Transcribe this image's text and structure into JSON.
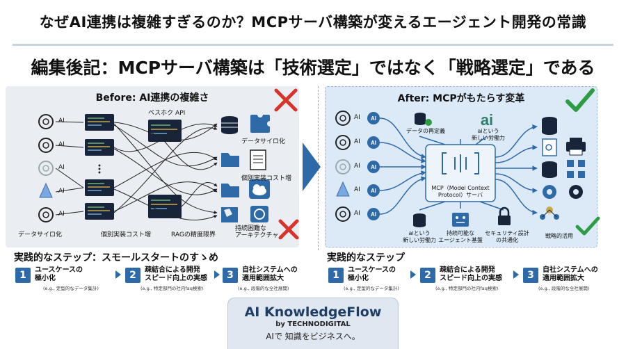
{
  "title": "なぜAI連携は複雑すぎるのか？MCPサーバ構築が変えるエージェント開発の常識",
  "subtitle": "編集後記：MCPサーバ構築は「技術選定」ではなく「戦略選定」である",
  "before": {
    "title": "Before: AI連携の複雑さ",
    "ai_labels": [
      "AI",
      "AI",
      "AI",
      "AI",
      "AI"
    ],
    "api_label": "ベスホク API",
    "right_labels": [
      "データサイロ化",
      "個別実装コスト増",
      "持続困難な\nアーキテクチャ"
    ],
    "bottom_labels": [
      "データサイロ化",
      "個別実装コスト増",
      "RAGの精度限界"
    ],
    "steps_heading": "実践的なステップ：スモールスタートのすゝめ",
    "steps": [
      {
        "num": "1",
        "line1": "ユースケースの",
        "line2": "極小化",
        "eg": "(e.g., 定型的なデータ集計)"
      },
      {
        "num": "2",
        "line1": "疎結合による開発",
        "line2": "スピード向上の実感",
        "eg": "(e.g., 特定部門の社内faq検索)"
      },
      {
        "num": "3",
        "line1": "自社システムへの",
        "line2": "適用範囲拡大",
        "eg": "(e.g., 段階的な全社展開)"
      }
    ]
  },
  "after": {
    "title": "After: MCPがもたらす変革",
    "ai_labels": [
      "AI",
      "AI",
      "AI",
      "AI",
      "AI"
    ],
    "top_label": "データの再定義",
    "ai_logo": "ai",
    "ai_logo_caption": "aiという\n新しい労働力",
    "hub_label": "MCP（Model Context\nProtocol）サーバ",
    "bottom_labels": [
      "aiという\n新しい労働力",
      "持続可能な\nエージェント基盤",
      "セキュリティ設計\nの共通化"
    ],
    "right_label": "戦略的活用",
    "steps_heading": "実践的なステップ",
    "steps": [
      {
        "num": "1",
        "line1": "ユースケースの",
        "line2": "極小化",
        "eg": "(e.g., 定型的なデータ集計)"
      },
      {
        "num": "2",
        "line1": "疎結合による開発",
        "line2": "スピード向上の実感",
        "eg": "(e.g., 特定部門の社内faq検索)"
      },
      {
        "num": "3",
        "line1": "自社システムへの",
        "line2": "適用範囲拡大",
        "eg": "(e.g., 段階的な全社展開)"
      }
    ]
  },
  "brand": {
    "name": "AI KnowledgeFlow",
    "by": "by TECHNODIGITAL",
    "tagline": "AIで 知識をビジネスへ。"
  },
  "colors": {
    "accent_blue": "#2f6aa8",
    "navy": "#1f3e66",
    "red_cross": "#d9342b",
    "green_check": "#2e9b45"
  }
}
